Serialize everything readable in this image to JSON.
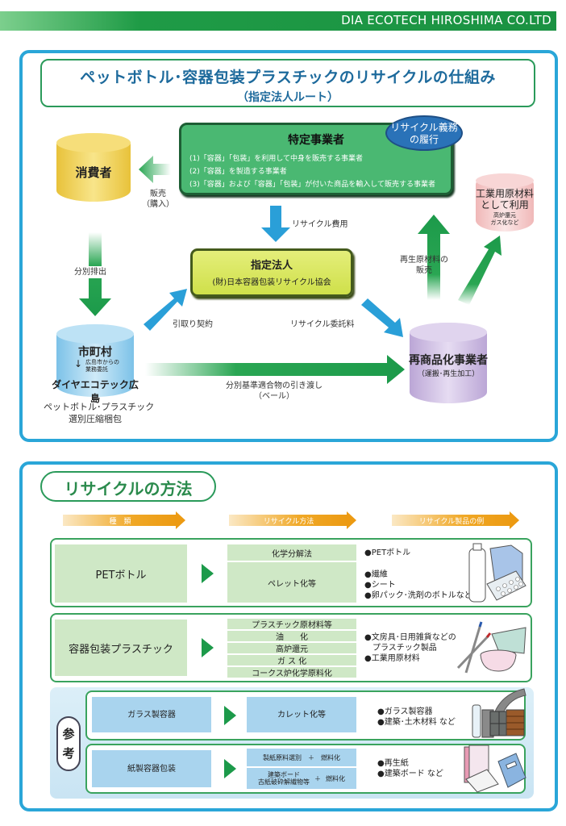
{
  "header": {
    "company": "DIA ECOTECH HIROSHIMA CO.LTD",
    "colors": {
      "band_green": "#1a9242",
      "panel_border": "#2aa6d8"
    }
  },
  "flow": {
    "title": "ペットボトル･容器包装プラスチックのリサイクルの仕組み",
    "subtitle": "（指定法人ルート）",
    "specific_business": {
      "title": "特定事業者",
      "lines": [
        "(1)「容器」「包装」を利用して中身を販売する事業者",
        "(2)「容器」を製造する事業者",
        "(3)「容器」および「容器」「包装」が付いた商品を輸入して販売する事業者"
      ]
    },
    "obligation_badge": [
      "リサイクル義務",
      "の履行"
    ],
    "consumer": "消費者",
    "sale_label": [
      "販売",
      "（購入）"
    ],
    "recycle_fee_label": "リサイクル費用",
    "designated": {
      "title": "指定法人",
      "subtitle": "(財)日本容器包装リサイクル協会"
    },
    "separate_discharge_label": "分別排出",
    "city": {
      "title": "市町村",
      "delegation": [
        "広島市からの",
        "業務委託"
      ],
      "company": "ダイヤエコテック広島",
      "caption": [
        "ペットボトル･プラスチック",
        "選別圧縮梱包"
      ]
    },
    "pickup_contract_label": "引取り契約",
    "consignment_fee_label": "リサイクル委託料",
    "delivery_label": [
      "分別基準適合物の引き渡し",
      "（ベール）"
    ],
    "recycler": {
      "title": "再商品化事業者",
      "subtitle": "（運搬･再生加工）"
    },
    "raw_material_sale_label": [
      "再生原材料の",
      "販売"
    ],
    "industrial": {
      "title": [
        "工業用原材料",
        "として利用"
      ],
      "note": [
        "高炉還元",
        "ガス化など"
      ]
    }
  },
  "methods": {
    "title": "リサイクルの方法",
    "headers": [
      "種　類",
      "リサイクル方法",
      "リサイクル製品の例"
    ],
    "rows": [
      {
        "type": "PETボトル",
        "methods": [
          "化学分解法",
          "ペレット化等"
        ],
        "products_a": [
          "●PETボトル"
        ],
        "products_b": [
          "●繊維",
          "●シート",
          "●卵パック･洗剤のボトルなど"
        ],
        "illustration": "bottle-shirt-egg-tray-illustration"
      },
      {
        "type": "容器包装プラスチック",
        "methods": [
          "プラスチック原材料等",
          "油　　化",
          "高炉還元",
          "ガ ス 化",
          "コークス炉化学原料化"
        ],
        "products": [
          "●文房具･日用雑貨などの",
          "　プラスチック製品",
          "●工業用原材料"
        ],
        "illustration": "pens-bowl-basket-illustration"
      }
    ],
    "reference": {
      "badge": [
        "参",
        "考"
      ],
      "rows": [
        {
          "type": "ガラス製容器",
          "methods": [
            "カレット化等"
          ],
          "products": [
            "●ガラス製容器",
            "●建築･土木材料 など"
          ],
          "illustration": "glass-bottle-tiles-illustration"
        },
        {
          "type": "紙製容器包装",
          "methods": [
            "製紙原料選別　＋　燃料化",
            "建築ボード\n古紙破砕解繊物等　＋　燃料化"
          ],
          "methods_parts": [
            {
              "main": "製紙原料選別",
              "plus": "＋",
              "fuel": "燃料化"
            },
            {
              "main_line1": "建築ボード",
              "main_line2": "古紙破砕解繊物等",
              "plus": "＋",
              "fuel": "燃料化"
            }
          ],
          "products": [
            "●再生紙",
            "●建築ボード など"
          ],
          "illustration": "paper-notebook-illustration"
        }
      ]
    }
  }
}
